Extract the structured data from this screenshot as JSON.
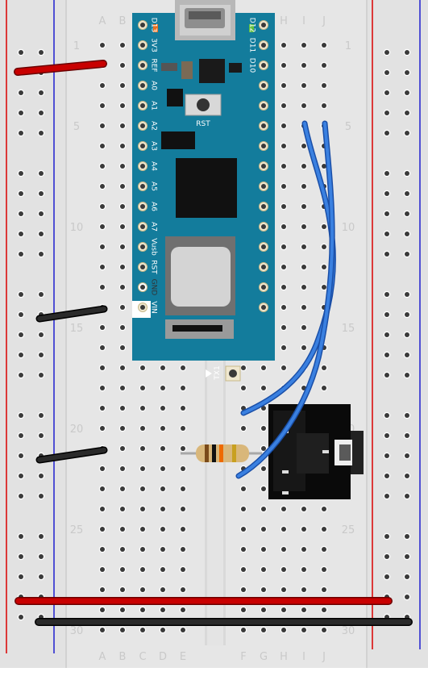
{
  "breadboard": {
    "column_labels_left": [
      "A",
      "B",
      "C",
      "D",
      "E"
    ],
    "column_labels_right": [
      "F",
      "G",
      "H",
      "I",
      "J"
    ],
    "row_markers": [
      "1",
      "5",
      "10",
      "15",
      "20",
      "25",
      "30"
    ]
  },
  "arduino": {
    "left_pins": [
      "D13",
      "3V3",
      "REF",
      "A0",
      "A1",
      "A2",
      "A3",
      "A4",
      "A5",
      "A6",
      "A7",
      "Vusb",
      "RST",
      "GND",
      "VIN"
    ],
    "right_pins": [
      "D12",
      "D11",
      "D10"
    ],
    "reset_label": "RST"
  },
  "tx_label": "TX1",
  "colors": {
    "board_bg": "#e6e6e6",
    "hole": "#3a3a3a",
    "red_rail": "#d90000",
    "blue_rail": "#1f1fd0",
    "arduino_teal": "#137c9c",
    "red_wire": "#c80000",
    "black_wire": "#222222",
    "blue_wire": "#2f6fd6"
  }
}
